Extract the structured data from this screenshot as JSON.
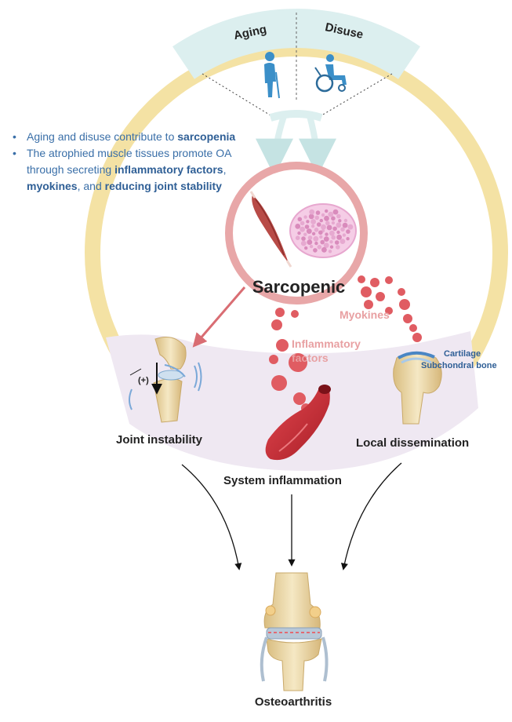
{
  "causes": {
    "aging": "Aging",
    "disuse": "Disuse",
    "aging_icon": "elderly-person-icon",
    "disuse_icon": "wheelchair-icon"
  },
  "bullets": [
    {
      "parts": [
        "Aging and disuse contribute to ",
        "sarcopenia"
      ]
    },
    {
      "parts": [
        "The atrophied muscle tissues promote OA through secreting ",
        "inflammatory factors",
        ", ",
        "myokines",
        ", and ",
        "reducing joint stability"
      ]
    }
  ],
  "center": {
    "title": "Sarcopenic"
  },
  "mediators": {
    "myokines": "Myokines",
    "inflammatory_1": "Inflammatory",
    "inflammatory_2": "factors"
  },
  "pathways": {
    "joint_instability": "Joint instability",
    "plus_sign": "(+)",
    "system_inflammation": "System inflammation",
    "local_dissemination": "Local dissemination",
    "cartilage": "Cartilage",
    "subchondral_bone": "Subchondral bone"
  },
  "outcome": {
    "label": "Osteoarthritis"
  },
  "colors": {
    "ring_yellow": "#f4e2a4",
    "teal_band": "#dcefef",
    "muscle_ring": "#e8a7a8",
    "lavender": "#efe8f2",
    "dot_red": "#e05c62",
    "accent_blue": "#3a6fa8",
    "bone": "#ecd9a8"
  }
}
